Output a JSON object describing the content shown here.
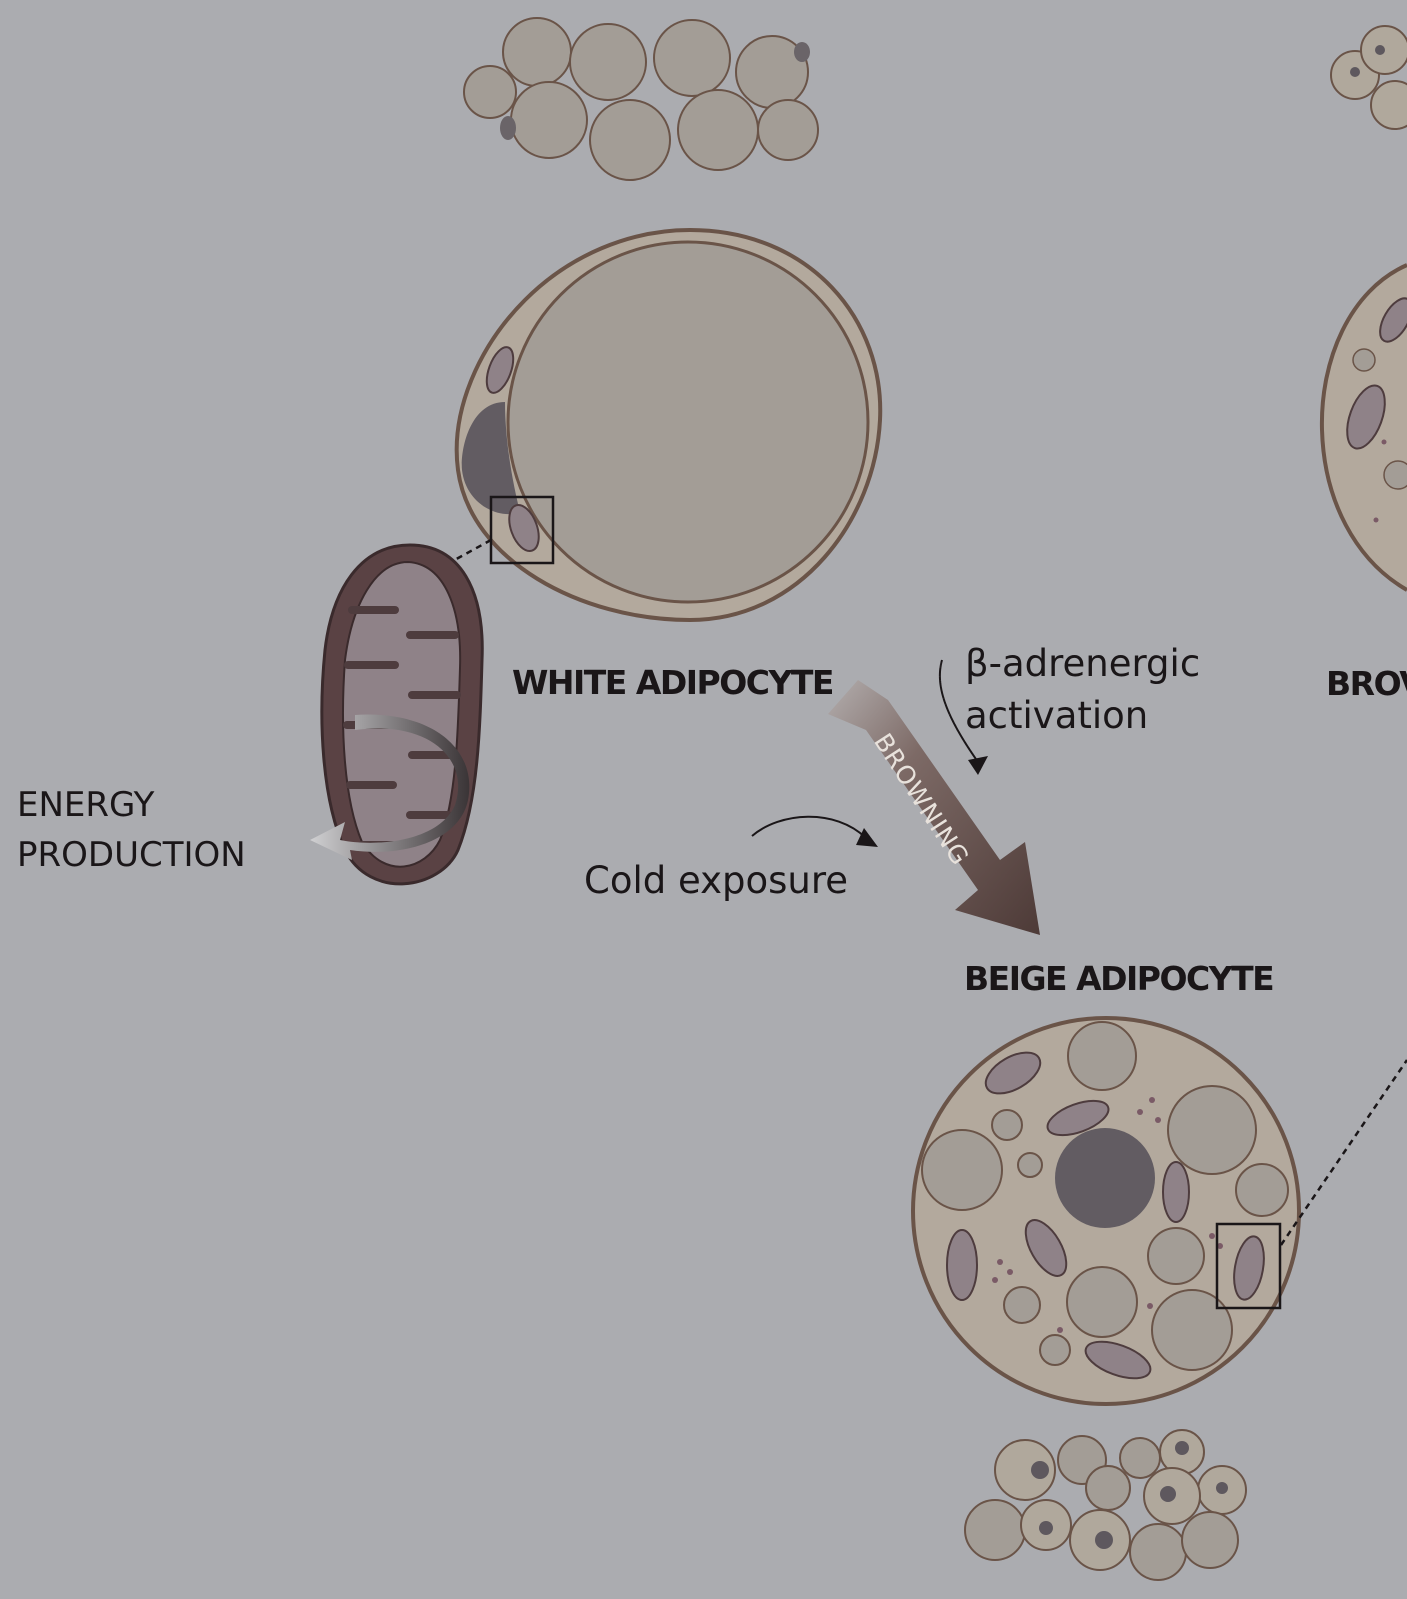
{
  "labels": {
    "white_adipocyte": "WHITE ADIPOCYTE",
    "beige_adipocyte": "BEIGE ADIPOCYTE",
    "brown_adipocyte_partial": "BROV",
    "browning": "BROWNING",
    "beta_line1": "β-adrenergic",
    "beta_line2": "activation",
    "cold_exposure": "Cold exposure",
    "energy_line1": "ENERGY",
    "energy_line2": "PRODUCTION"
  },
  "colors": {
    "background": "#abacb0",
    "cell_membrane": "#6a5448",
    "cytoplasm": "#b3a99d",
    "lipid_droplet": "#a39d96",
    "nucleus": "#625c62",
    "mitochondrion": "#5a4244",
    "arrow": "#554240"
  }
}
